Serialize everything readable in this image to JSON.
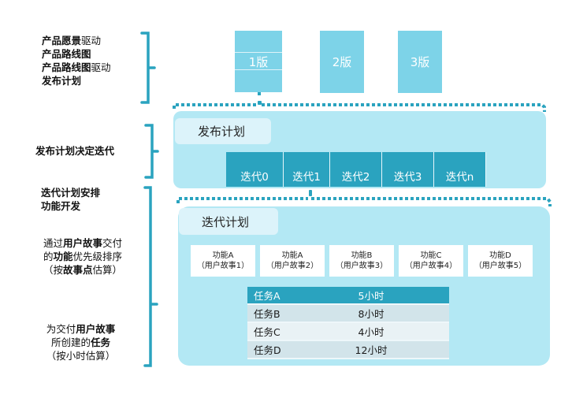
{
  "left_labels": {
    "group1": [
      {
        "bold": "产品愿景",
        "normal": "驱动"
      },
      {
        "bold": "产品路线图",
        "normal": ""
      },
      {
        "bold": "产品路线图",
        "normal": "驱动"
      },
      {
        "bold": "发布计划",
        "normal": ""
      }
    ],
    "group2": "发布计划决定迭代",
    "group3": [
      "迭代计划安排",
      "功能开发"
    ],
    "group4": [
      {
        "parts": [
          {
            "t": "通过",
            "b": false
          },
          {
            "t": "用户故事",
            "b": true
          },
          {
            "t": "交付",
            "b": false
          }
        ]
      },
      {
        "parts": [
          {
            "t": "的",
            "b": false
          },
          {
            "t": "功能",
            "b": true
          },
          {
            "t": "优先级排序",
            "b": false
          }
        ]
      },
      {
        "parts": [
          {
            "t": "（按",
            "b": false
          },
          {
            "t": "故事点",
            "b": true
          },
          {
            "t": "估算）",
            "b": false
          }
        ]
      }
    ],
    "group5": [
      {
        "parts": [
          {
            "t": "为交付",
            "b": false
          },
          {
            "t": "用户故事",
            "b": true
          }
        ]
      },
      {
        "parts": [
          {
            "t": "所创建的",
            "b": false
          },
          {
            "t": "任务",
            "b": true
          }
        ]
      },
      {
        "parts": [
          {
            "t": "（按小时估算）",
            "b": false
          }
        ]
      }
    ]
  },
  "releases": [
    "1版",
    "2版",
    "3版"
  ],
  "release_plan": {
    "title": "发布计划",
    "iterations": [
      "迭代0",
      "迭代1",
      "迭代2",
      "迭代3",
      "迭代n"
    ]
  },
  "iteration_plan": {
    "title": "迭代计划",
    "features": [
      {
        "name": "功能A",
        "story": "（用户故事1）"
      },
      {
        "name": "功能A",
        "story": "（用户故事2）"
      },
      {
        "name": "功能B",
        "story": "（用户故事3）"
      },
      {
        "name": "功能C",
        "story": "（用户故事4）"
      },
      {
        "name": "功能D",
        "story": "（用户故事5）"
      }
    ],
    "tasks": [
      {
        "name": "任务A",
        "hours": "5小时"
      },
      {
        "name": "任务B",
        "hours": "8小时"
      },
      {
        "name": "任务C",
        "hours": "4小时"
      },
      {
        "name": "任务D",
        "hours": "12小时"
      }
    ]
  },
  "colors": {
    "accent": "#2aa3bf",
    "light_box": "#7dd3e8",
    "panel": "#b3e8f4",
    "panel_title": "#dcf3fa",
    "table_header": "#2aa3bf",
    "table_row_a": "#d2e4ea",
    "table_row_b": "#e9f2f5"
  }
}
